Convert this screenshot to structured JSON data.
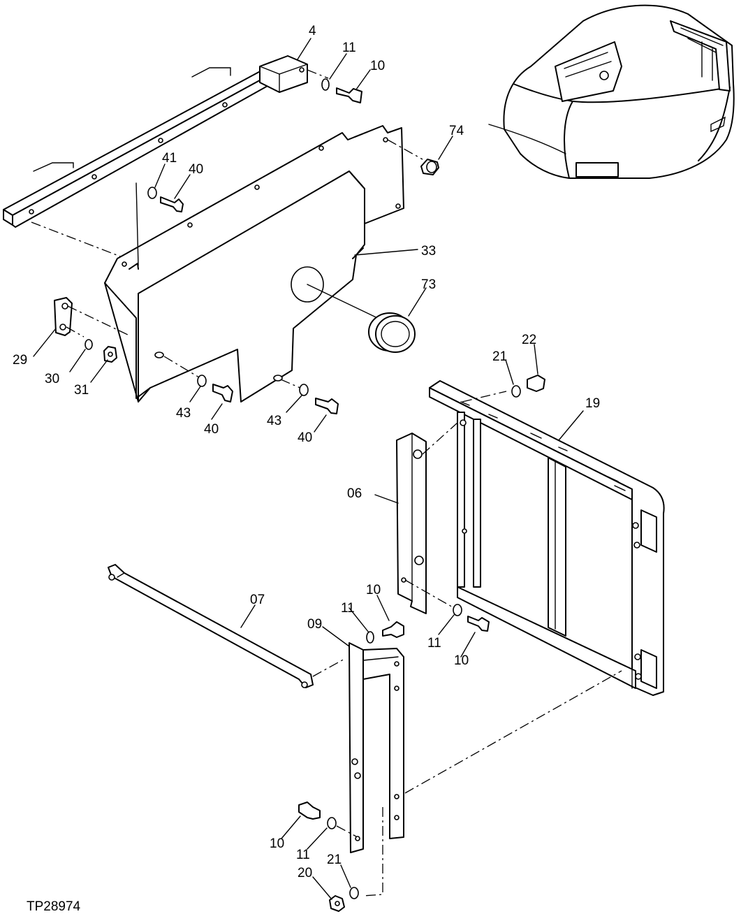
{
  "figure_id": "TP28974",
  "callouts": [
    {
      "id": "c4",
      "text": "4"
    },
    {
      "id": "c11a",
      "text": "11"
    },
    {
      "id": "c10a",
      "text": "10"
    },
    {
      "id": "c74",
      "text": "74"
    },
    {
      "id": "c41",
      "text": "41"
    },
    {
      "id": "c40a",
      "text": "40"
    },
    {
      "id": "c33",
      "text": "33"
    },
    {
      "id": "c73",
      "text": "73"
    },
    {
      "id": "c29",
      "text": "29"
    },
    {
      "id": "c30",
      "text": "30"
    },
    {
      "id": "c31",
      "text": "31"
    },
    {
      "id": "c43a",
      "text": "43"
    },
    {
      "id": "c40b",
      "text": "40"
    },
    {
      "id": "c43b",
      "text": "43"
    },
    {
      "id": "c40c",
      "text": "40"
    },
    {
      "id": "c21a",
      "text": "21"
    },
    {
      "id": "c22",
      "text": "22"
    },
    {
      "id": "c19",
      "text": "19"
    },
    {
      "id": "c06",
      "text": "06"
    },
    {
      "id": "c07",
      "text": "07"
    },
    {
      "id": "c10b",
      "text": "10"
    },
    {
      "id": "c11b",
      "text": "11"
    },
    {
      "id": "c09",
      "text": "09"
    },
    {
      "id": "c11c",
      "text": "11"
    },
    {
      "id": "c10c",
      "text": "10"
    },
    {
      "id": "c10d",
      "text": "10"
    },
    {
      "id": "c11d",
      "text": "11"
    },
    {
      "id": "c21b",
      "text": "21"
    },
    {
      "id": "c20",
      "text": "20"
    }
  ]
}
